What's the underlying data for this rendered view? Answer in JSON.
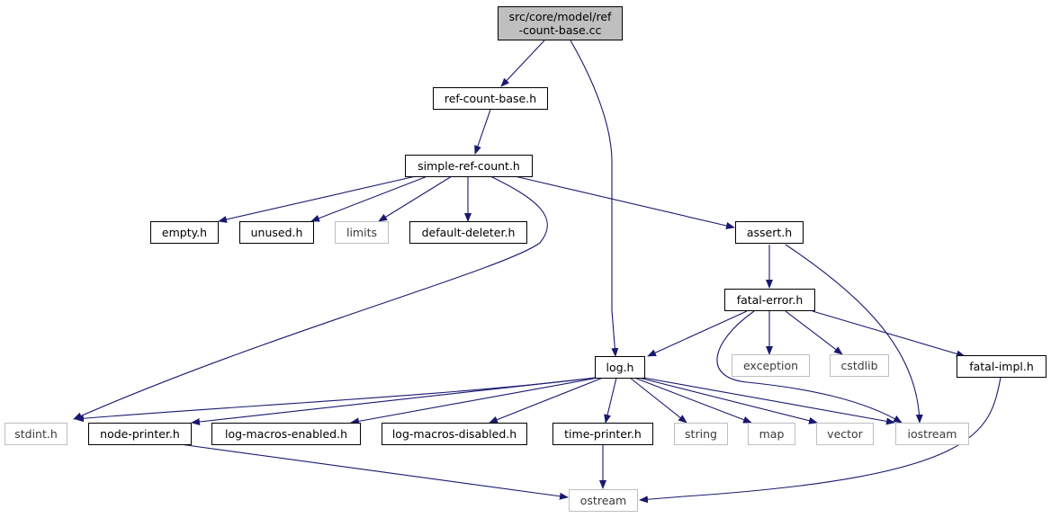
{
  "diagram": {
    "type": "include-dependency-graph",
    "colors": {
      "edge": "#191970",
      "root_fill": "#bfbfbf",
      "node_border": "#000000",
      "external_border": "#bfbfbf"
    },
    "nodes": {
      "root": "src/core/model/ref\n-count-base.cc",
      "ref_count_base_h": "ref-count-base.h",
      "simple_ref_count_h": "simple-ref-count.h",
      "empty_h": "empty.h",
      "unused_h": "unused.h",
      "limits": "limits",
      "default_deleter_h": "default-deleter.h",
      "assert_h": "assert.h",
      "fatal_error_h": "fatal-error.h",
      "log_h": "log.h",
      "exception": "exception",
      "cstdlib": "cstdlib",
      "fatal_impl_h": "fatal-impl.h",
      "stdint_h": "stdint.h",
      "node_printer_h": "node-printer.h",
      "log_macros_enabled_h": "log-macros-enabled.h",
      "log_macros_disabled_h": "log-macros-disabled.h",
      "time_printer_h": "time-printer.h",
      "string": "string",
      "map": "map",
      "vector": "vector",
      "iostream": "iostream",
      "ostream": "ostream"
    }
  }
}
